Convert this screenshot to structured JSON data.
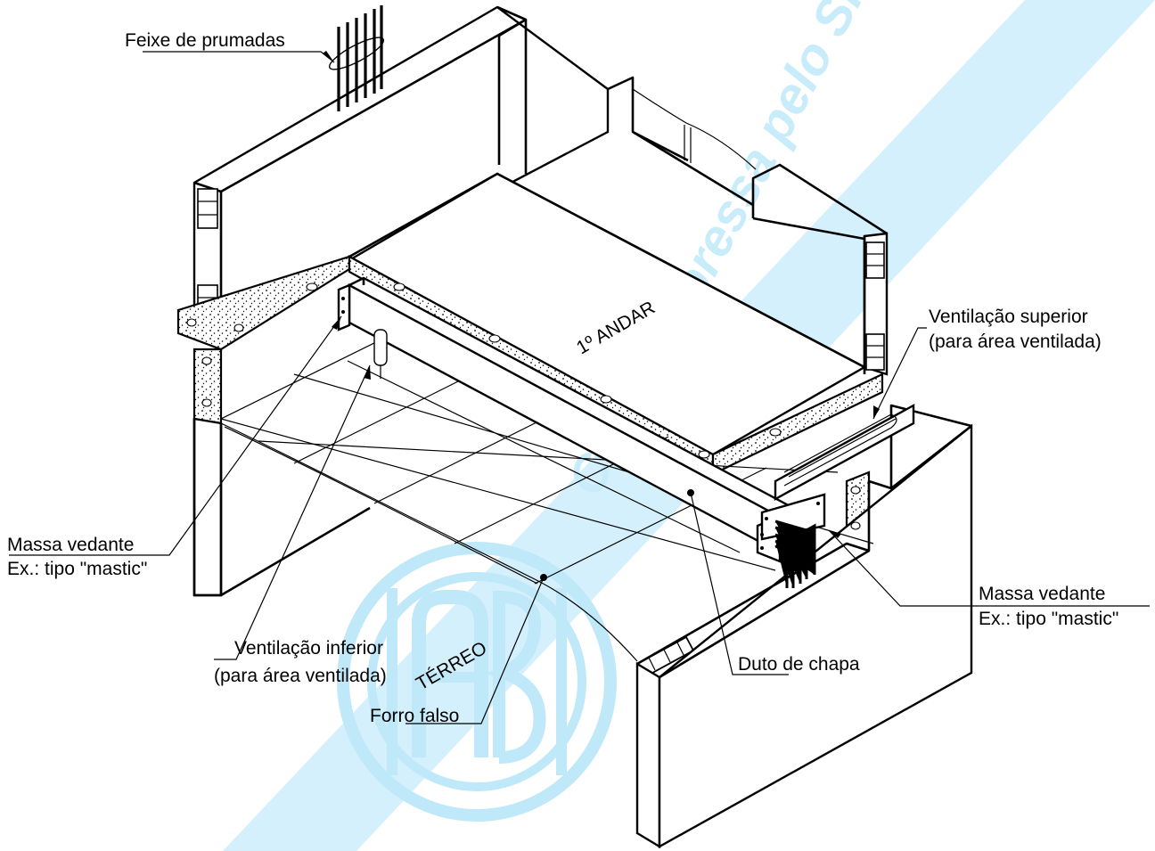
{
  "labels": {
    "feixe": "Feixe de prumadas",
    "andar": "1º ANDAR",
    "vent_sup_1": "Ventilação superior",
    "vent_sup_2": "(para área ventilada)",
    "massa_left_1": "Massa vedante",
    "massa_left_2": "Ex.: tipo \"mastic\"",
    "massa_right_1": "Massa vedante",
    "massa_right_2": "Ex.: tipo \"mastic\"",
    "vent_inf_1": "Ventilação inferior",
    "vent_inf_2": "(para área ventilada)",
    "terreo": "TÉRREO",
    "duto": "Duto de chapa",
    "forro": "Forro falso"
  },
  "watermark": {
    "text": "Cópia impressa pelo Sistema CENWIN",
    "logo": "ABNT",
    "color": "#bfe8f9"
  }
}
